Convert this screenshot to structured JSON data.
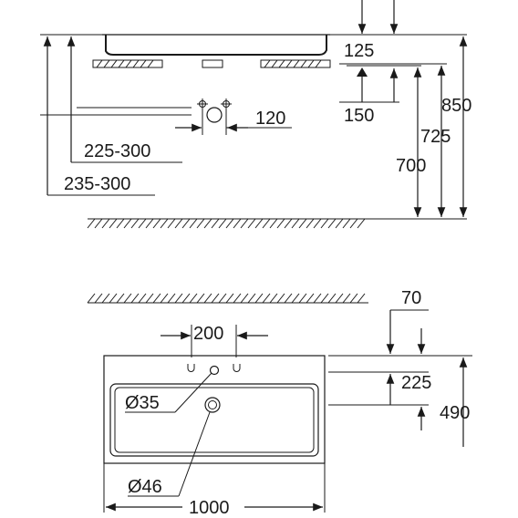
{
  "side_view": {
    "labels": {
      "d125": "125",
      "d150": "150",
      "d120": "120",
      "d850": "850",
      "d725": "725",
      "d700": "700",
      "d225_300": "225-300",
      "d235_300": "235-300"
    }
  },
  "top_view": {
    "labels": {
      "d70": "70",
      "d200": "200",
      "d225": "225",
      "d490": "490",
      "d35": "Ø35",
      "d46": "Ø46",
      "d1000": "1000"
    }
  }
}
